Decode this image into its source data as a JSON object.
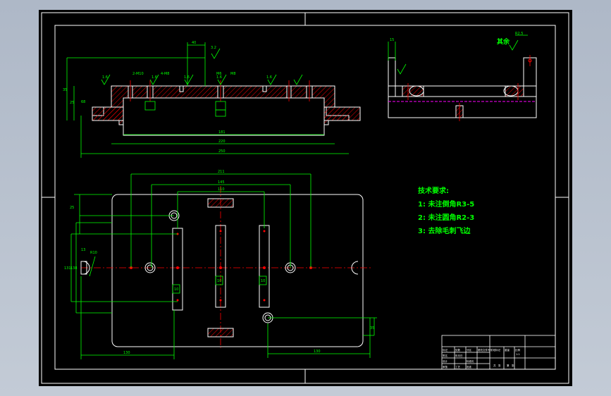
{
  "colors": {
    "background": "#000000",
    "outline": "#ffffff",
    "dimension": "#00ff00",
    "centerline": "#ff0000",
    "hatch": "#ff0000",
    "frame_bg": "#aeb8c7"
  },
  "front_view": {
    "dims": [
      "40",
      "3.2",
      "1.6",
      "1.6",
      "1.6",
      "1.6",
      "1.6",
      "181",
      "220",
      "250",
      "25",
      "35",
      "68",
      "M6",
      "M8",
      "2-M10",
      "4-M8"
    ]
  },
  "side_view": {
    "labels": [
      "15",
      "R2.5"
    ],
    "roughness_note": "其余"
  },
  "plan_view": {
    "dims": [
      "211",
      "145",
      "110",
      "25",
      "13",
      "R10",
      "131",
      "138",
      "10",
      "10",
      "10",
      "35",
      "130",
      "130"
    ]
  },
  "technical_requirements": {
    "title": "技术要求:",
    "items": [
      "1: 未注倒角R3-5",
      "2: 未注圆角R2-3",
      "3: 去除毛刺飞边"
    ]
  },
  "title_block": {
    "cells": [
      "标记",
      "处数",
      "分区",
      "更改文件号",
      "签名",
      "年月日",
      "设计",
      "标准化",
      "阶段标记",
      "重量",
      "比例",
      "审核",
      "工艺",
      "批准",
      "共",
      "张",
      "第",
      "张",
      "1:1"
    ]
  }
}
